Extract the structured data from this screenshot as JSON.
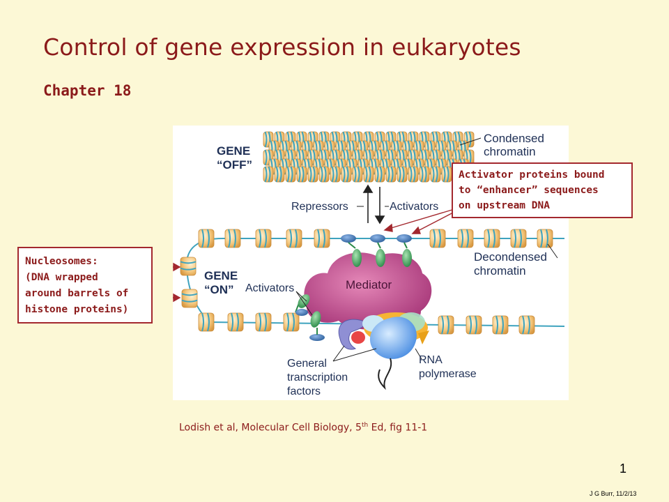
{
  "slide": {
    "title": "Control of gene expression in eukaryotes",
    "subtitle": "Chapter 18",
    "page_number": "1",
    "footer": "J G Burr, 11/2/13"
  },
  "callouts": {
    "activator": [
      "Activator proteins bound",
      "to “enhancer” sequences",
      "on upstream DNA"
    ],
    "nucleosome": [
      "Nucleosomes:",
      "(DNA wrapped",
      "around barrels of",
      "histone proteins)"
    ]
  },
  "figure": {
    "gene_off": [
      "GENE",
      "“OFF”"
    ],
    "gene_on": [
      "GENE",
      "“ON”"
    ],
    "condensed": [
      "Condensed",
      "chromatin"
    ],
    "decondensed": [
      "Decondensed",
      "chromatin"
    ],
    "repressors": "Repressors",
    "activators_top": "Activators",
    "activators": "Activators",
    "mediator": "Mediator",
    "general_tf": [
      "General",
      "transcription",
      "factors"
    ],
    "rna_pol": [
      "RNA",
      "polymerase"
    ]
  },
  "citation": {
    "before": "Lodish et al, Molecular Cell Biology, 5",
    "sup": "th",
    "after": " Ed, fig 11-1"
  },
  "colors": {
    "title": "#8b1a1a",
    "callout_border": "#a3282e",
    "nucleosome": "#f4c77d",
    "dna": "#3ea3be",
    "mediator": "#b03a7e",
    "rna_polymerase": "#5aa0ea"
  }
}
